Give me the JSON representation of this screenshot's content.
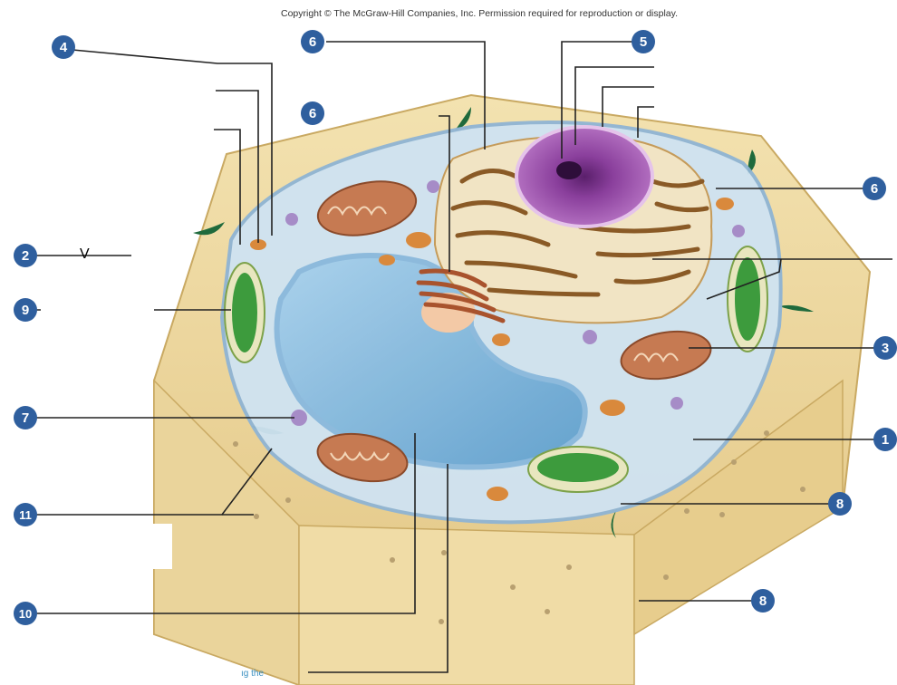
{
  "header": {
    "copyright": "Copyright © The McGraw-Hill Companies, Inc. Permission required for reproduction or display."
  },
  "marks": {
    "v": "V",
    "fragment": "ıg the"
  },
  "callouts": [
    {
      "id": "c4",
      "number": "4"
    },
    {
      "id": "c6a",
      "number": "6"
    },
    {
      "id": "c5",
      "number": "5"
    },
    {
      "id": "c6b",
      "number": "6"
    },
    {
      "id": "c6c",
      "number": "6"
    },
    {
      "id": "c2",
      "number": "2"
    },
    {
      "id": "c9",
      "number": "9"
    },
    {
      "id": "c3",
      "number": "3"
    },
    {
      "id": "c7",
      "number": "7"
    },
    {
      "id": "c1",
      "number": "1"
    },
    {
      "id": "c11",
      "number": "11"
    },
    {
      "id": "c8a",
      "number": "8"
    },
    {
      "id": "c8b",
      "number": "8"
    },
    {
      "id": "c10",
      "number": "10"
    }
  ],
  "colors": {
    "callout_fill": "#2f5f9e",
    "cell_wall": "#e9d49a",
    "cytoplasm": "#cfe3f2",
    "vacuole": "#8fc0e0",
    "nucleus": "#9b4fa8",
    "chloroplast": "#3d9b3d",
    "mitochondrion": "#c0714a"
  }
}
